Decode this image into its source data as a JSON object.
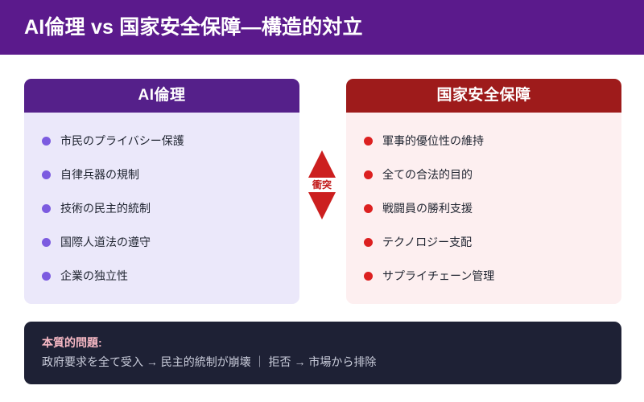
{
  "header": {
    "title": "AI倫理 vs 国家安全保障―構造的対立",
    "background_color": "#5b1a8c"
  },
  "panels": {
    "ethics": {
      "title": "AI倫理",
      "header_color": "#55208a",
      "body_color": "#ebe8fa",
      "bullet_color": "#7c5be0",
      "items": [
        "市民のプライバシー保護",
        "自律兵器の規制",
        "技術の民主的統制",
        "国際人道法の遵守",
        "企業の独立性"
      ]
    },
    "security": {
      "title": "国家安全保障",
      "header_color": "#9e1b1b",
      "body_color": "#fdeff0",
      "bullet_color": "#dc2020",
      "items": [
        "軍事的優位性の維持",
        "全ての合法的目的",
        "戦闘員の勝利支援",
        "テクノロジー支配",
        "サプライチェーン管理"
      ]
    }
  },
  "conflict": {
    "label": "衝突",
    "color": "#cc1f1f"
  },
  "banner": {
    "label": "本質的問題:",
    "text": "政府要求を全て受入 → 民主的統制が崩壊 ｜ 拒否 → 市場から排除",
    "background_color": "#1e2135",
    "label_color": "#f6b8c4",
    "text_color": "#c9ccda"
  }
}
